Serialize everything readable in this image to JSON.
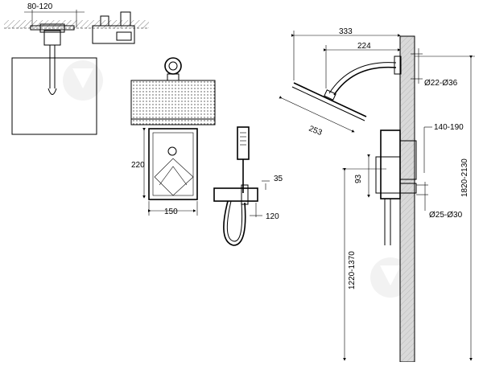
{
  "dimensions": {
    "wall_depth": "80-120",
    "arm_reach": "333",
    "arm_length": "224",
    "pipe_diameter": "Ø22-Ø36",
    "head_size": "253",
    "mixer_offset": "140-190",
    "handle_width": "35",
    "handle_height": "120",
    "panel_height": "220",
    "panel_width": "150",
    "valve_offset": "93",
    "outlet_diameter": "Ø25-Ø30",
    "outlet_height": "1220-1370",
    "head_height": "1820-2130"
  },
  "icons": {
    "watermark": "watermark-icon"
  }
}
